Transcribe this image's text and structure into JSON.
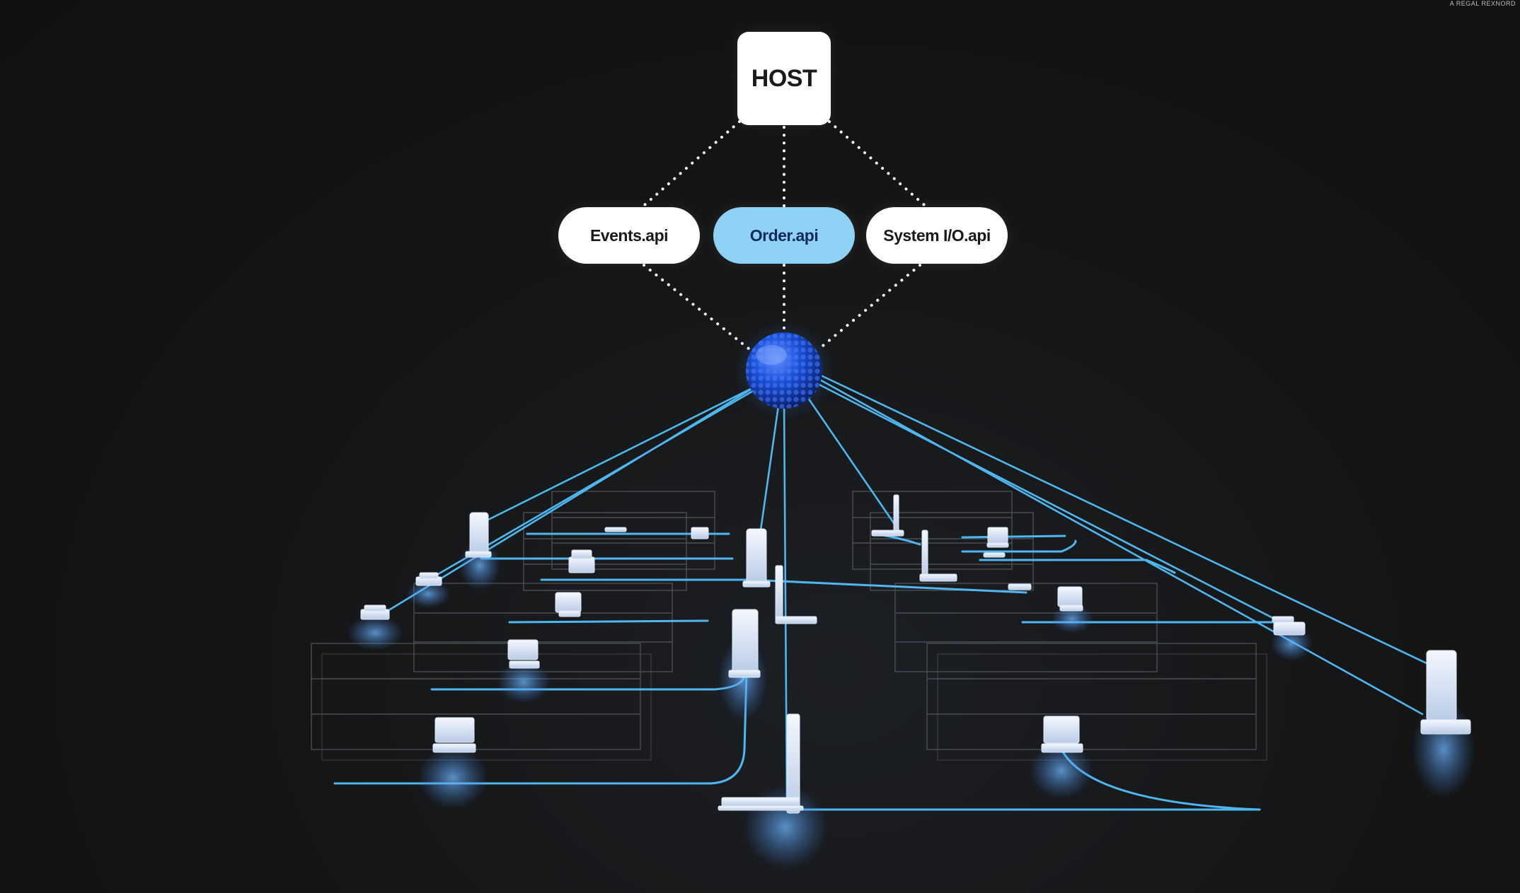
{
  "diagram": {
    "host": {
      "label": "HOST"
    },
    "apis": [
      {
        "id": "events",
        "label": "Events.api",
        "highlighted": false
      },
      {
        "id": "order",
        "label": "Order.api",
        "highlighted": true
      },
      {
        "id": "system",
        "label": "System I/O.api",
        "highlighted": false
      }
    ],
    "hub": {
      "icon": "network-sphere-icon"
    },
    "colors": {
      "background": "#141414",
      "connection_line": "#4fb6ee",
      "highlight_pill": "#8fd2f5",
      "hub_blue": "#1a4fd6",
      "pill": "#ffffff"
    },
    "watermark": "A REGAL REXNORD"
  }
}
